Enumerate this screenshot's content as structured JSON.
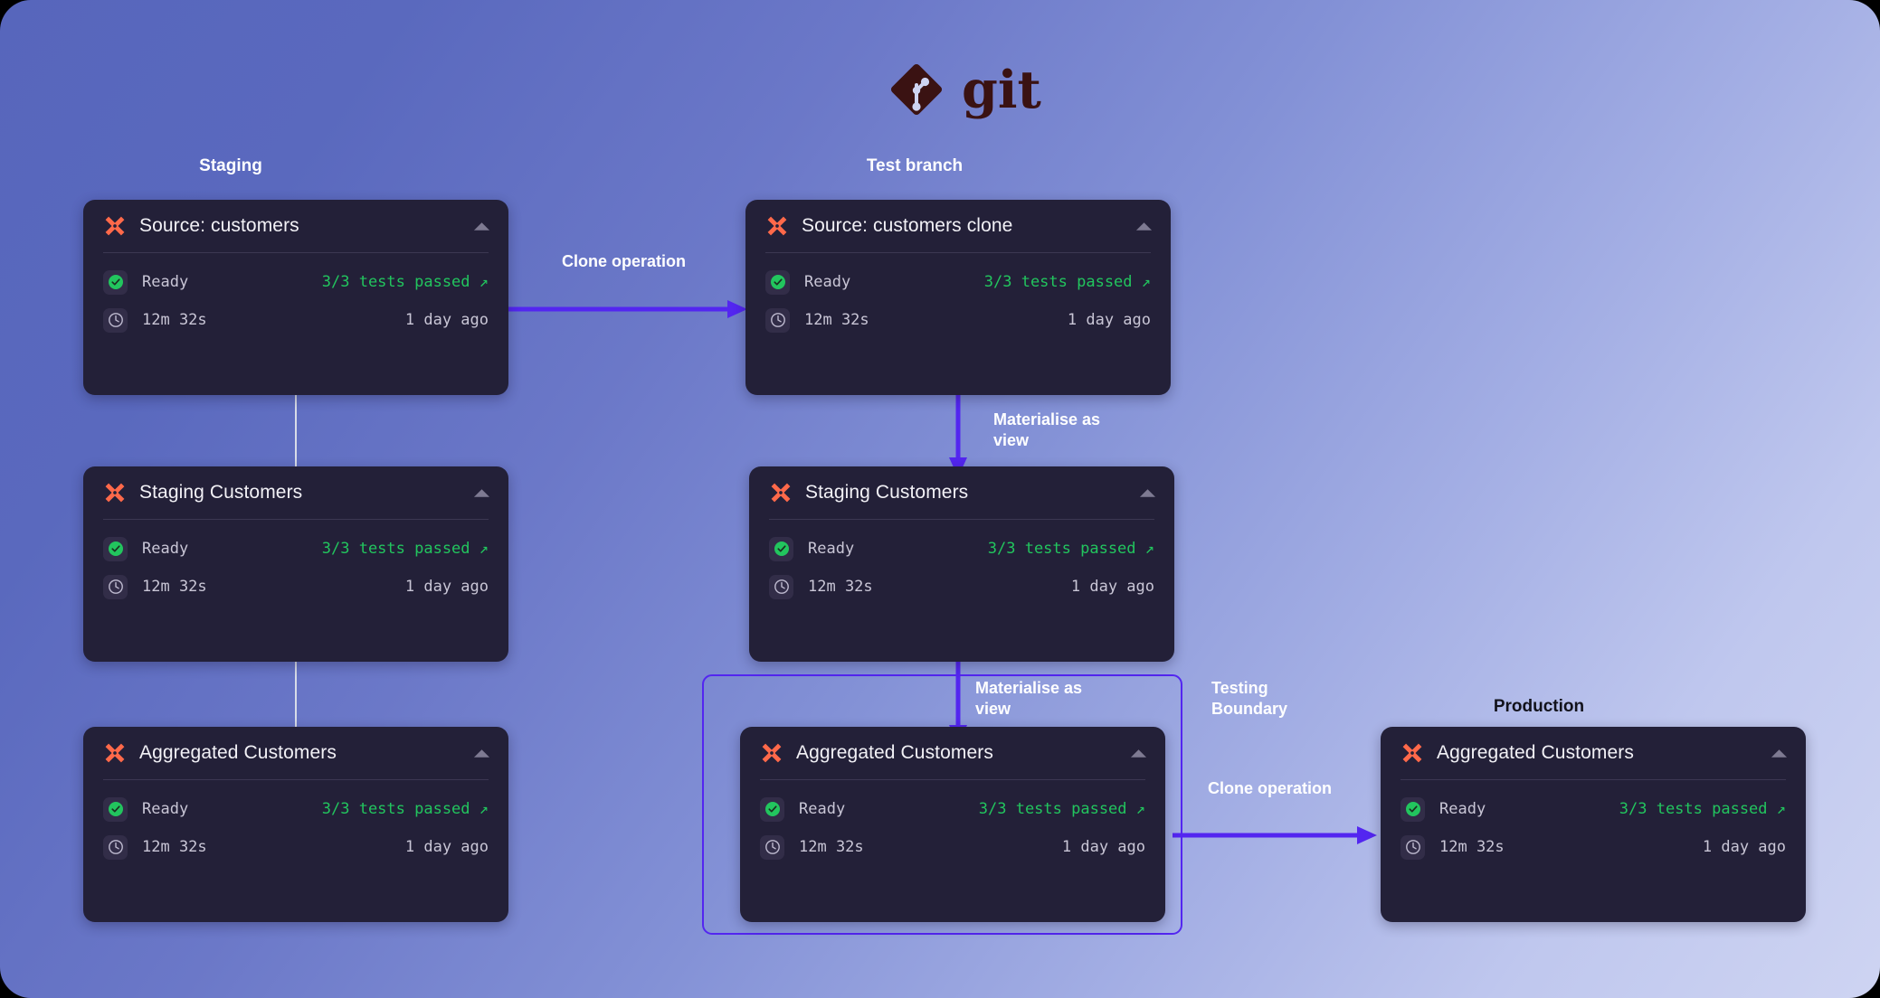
{
  "theme": {
    "bg_from": "#5766BC",
    "bg_to": "#CED4F2",
    "card_bg": "#232038",
    "accent_arrow": "#5326F0",
    "status_green": "#22C55E",
    "dbt_orange": "#FF694A"
  },
  "brand": {
    "git_wordmark": "git"
  },
  "columns": [
    {
      "name": "staging",
      "label": "Staging",
      "label_color": "#FFFFFF"
    },
    {
      "name": "test_branch",
      "label": "Test branch",
      "label_color": "#FFFFFF"
    },
    {
      "name": "production",
      "label": "Production",
      "label_color": "#12121B"
    }
  ],
  "status_row": {
    "state_label": "Ready",
    "tests_label": "3/3 tests passed ↗",
    "duration_label": "12m 32s",
    "updated_label": "1 day ago",
    "state_icon": "check-circle-icon",
    "duration_icon": "clock-icon"
  },
  "cards": [
    {
      "id": "staging-source-customers",
      "title": "Source: customers",
      "column": "staging"
    },
    {
      "id": "staging-staging-customers",
      "title": "Staging Customers",
      "column": "staging"
    },
    {
      "id": "staging-aggregated-customers",
      "title": "Aggregated Customers",
      "column": "staging"
    },
    {
      "id": "test-source-customers-clone",
      "title": "Source: customers clone",
      "column": "test_branch"
    },
    {
      "id": "test-staging-customers",
      "title": "Staging Customers",
      "column": "test_branch"
    },
    {
      "id": "test-aggregated-customers",
      "title": "Aggregated Customers",
      "column": "test_branch"
    },
    {
      "id": "prod-aggregated-customers",
      "title": "Aggregated Customers",
      "column": "production"
    }
  ],
  "connectors": [
    {
      "id": "clone-top",
      "label": "Clone operation"
    },
    {
      "id": "materialise-1",
      "label": "Materialise as\nview"
    },
    {
      "id": "materialise-2",
      "label": "Materialise as\nview"
    },
    {
      "id": "clone-bottom",
      "label": "Clone operation"
    }
  ],
  "boundary": {
    "label": "Testing\nBoundary"
  }
}
